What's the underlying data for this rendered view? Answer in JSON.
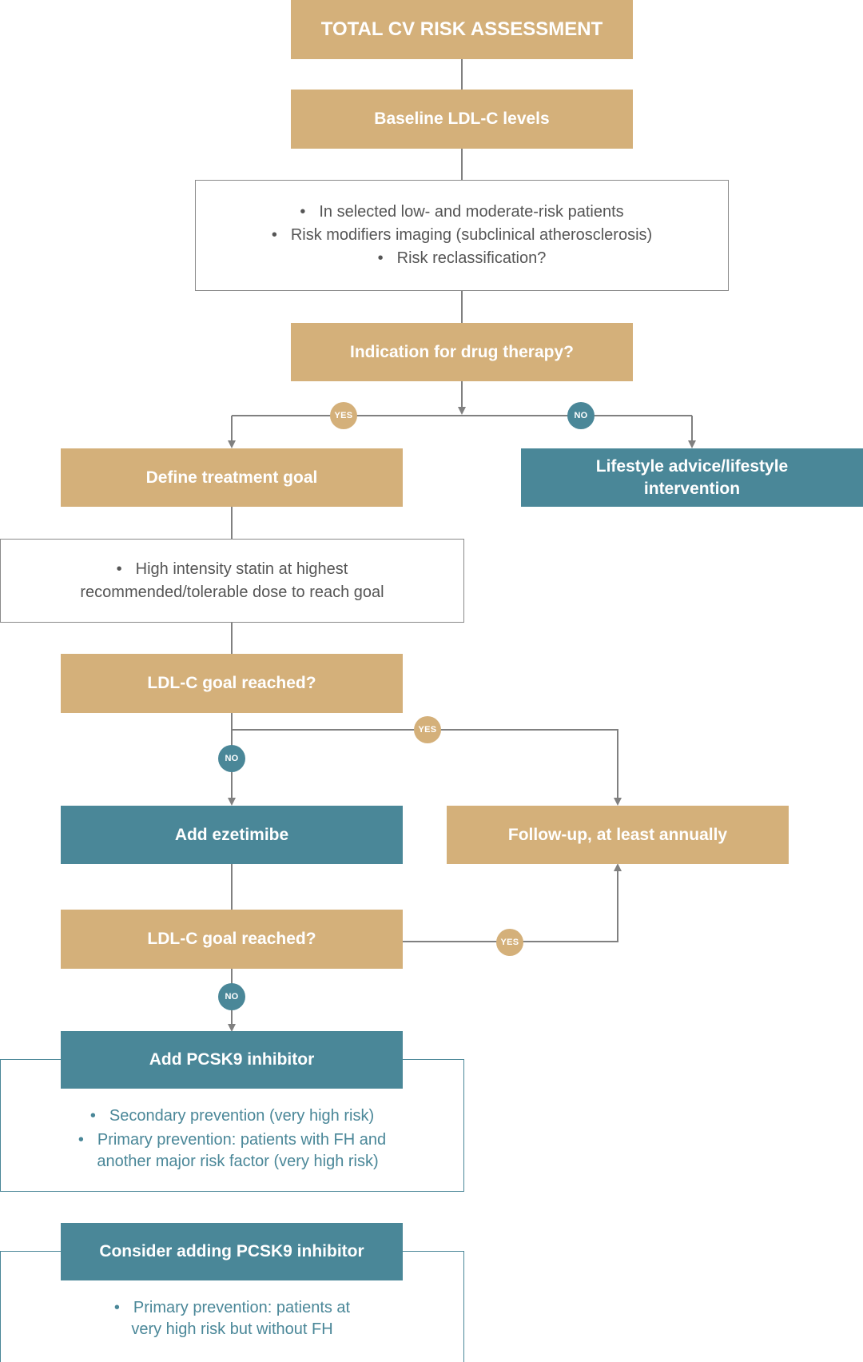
{
  "title": "TOTAL CV RISK ASSESSMENT",
  "baseline": "Baseline LDL-C levels",
  "considerations": [
    "In selected low- and moderate-risk patients",
    "Risk modifiers imaging (subclinical atherosclerosis)",
    "Risk reclassification?"
  ],
  "indication": "Indication for drug therapy?",
  "yes_label": "YES",
  "no_label": "NO",
  "define_goal": "Define treatment goal",
  "lifestyle": {
    "line1": "Lifestyle advice/lifestyle",
    "line2": "intervention"
  },
  "statin": {
    "line1": "High intensity statin at highest",
    "line2": "recommended/tolerable dose to reach goal"
  },
  "goal_question": "LDL-C goal reached?",
  "add_ezetimibe": "Add ezetimibe",
  "follow_up": "Follow-up, at least annually",
  "add_pcsk9": "Add PCSK9 inhibitor",
  "pcsk9_criteria": {
    "item1": "Secondary prevention (very high risk)",
    "item2_line1": "Primary prevention: patients with FH and",
    "item2_line2": "another major risk factor (very high risk)"
  },
  "consider_pcsk9": "Consider adding PCSK9 inhibitor",
  "consider_criteria": {
    "line1": "Primary prevention: patients at",
    "line2": "very high risk but without FH"
  },
  "colors": {
    "gold": "#d4b07a",
    "teal": "#4a8798",
    "connector": "#8a8a8a",
    "text_gray": "#555555"
  }
}
